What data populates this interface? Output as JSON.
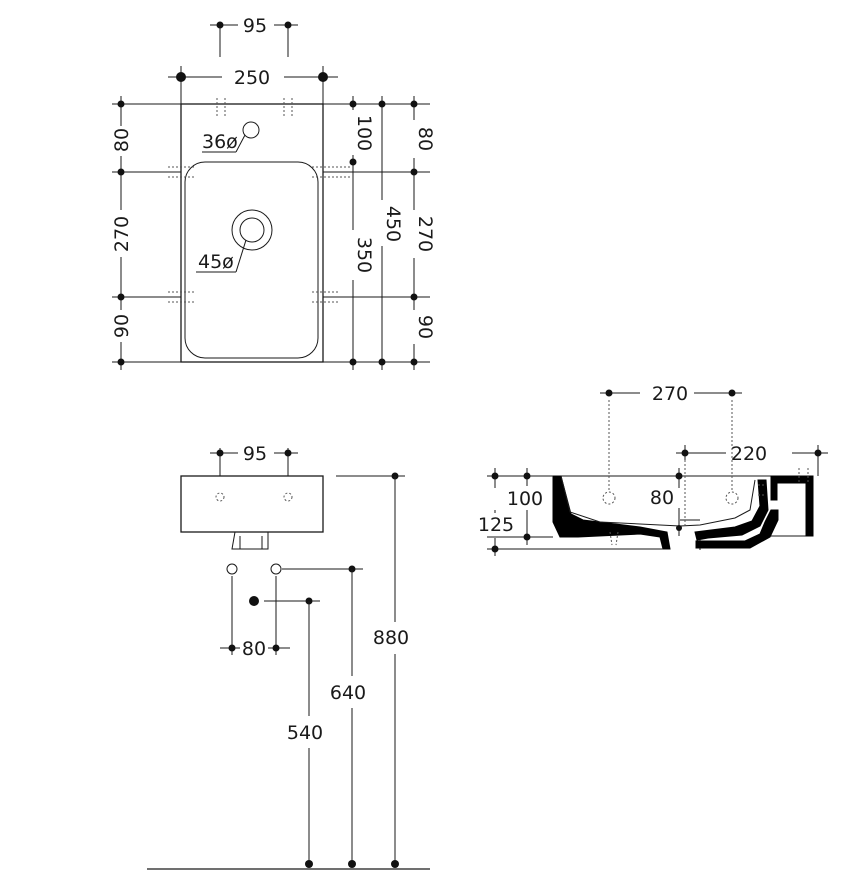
{
  "top_view": {
    "width_250": "250",
    "tap_spacing_95": "95",
    "overflow_dia": "36ø",
    "waste_dia": "45ø",
    "left_80": "80",
    "left_270": "270",
    "left_90": "90",
    "right_100": "100",
    "right_350": "350",
    "right_450": "450",
    "right_80": "80",
    "right_270": "270",
    "right_90": "90"
  },
  "front_view": {
    "tap_spacing_95": "95",
    "supply_spacing_80": "80",
    "waste_height_540": "540",
    "supply_height_640": "640",
    "rim_height_880": "880"
  },
  "side_view": {
    "fixing_spacing_270": "270",
    "depth_220": "220",
    "inner_height_100": "100",
    "total_height_125": "125",
    "drain_80": "80"
  }
}
